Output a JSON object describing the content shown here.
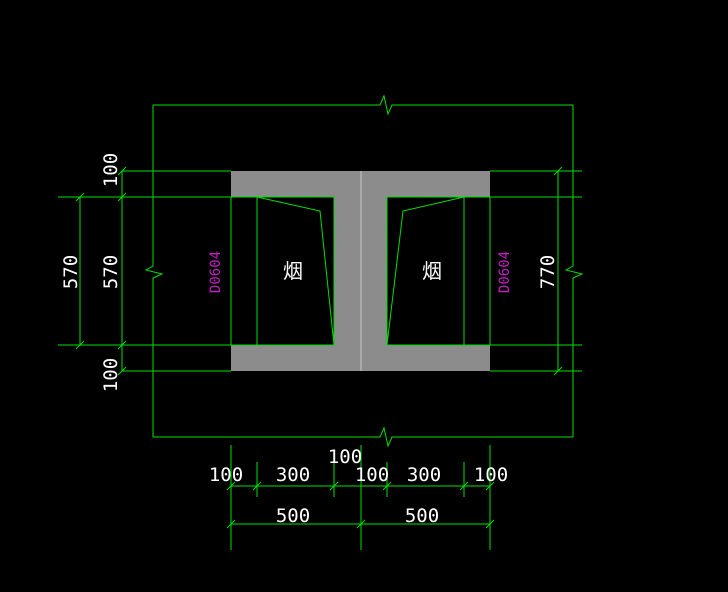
{
  "colors": {
    "background": "#000000",
    "line": "#00e000",
    "concrete": "#8c8c8c",
    "text": "#ffffff",
    "tag": "#c020c0"
  },
  "drawing": {
    "flue_left_label": "烟",
    "flue_right_label": "烟",
    "tag_left": "D0604",
    "tag_right": "D0604"
  },
  "dimensions": {
    "left_outer": "570",
    "left_top": "100",
    "left_mid": "570",
    "left_bottom": "100",
    "right_total": "770",
    "top_center": "100",
    "bottom_segments": [
      "100",
      "300",
      "100",
      "300",
      "100"
    ],
    "bottom_halves": [
      "500",
      "500"
    ]
  }
}
